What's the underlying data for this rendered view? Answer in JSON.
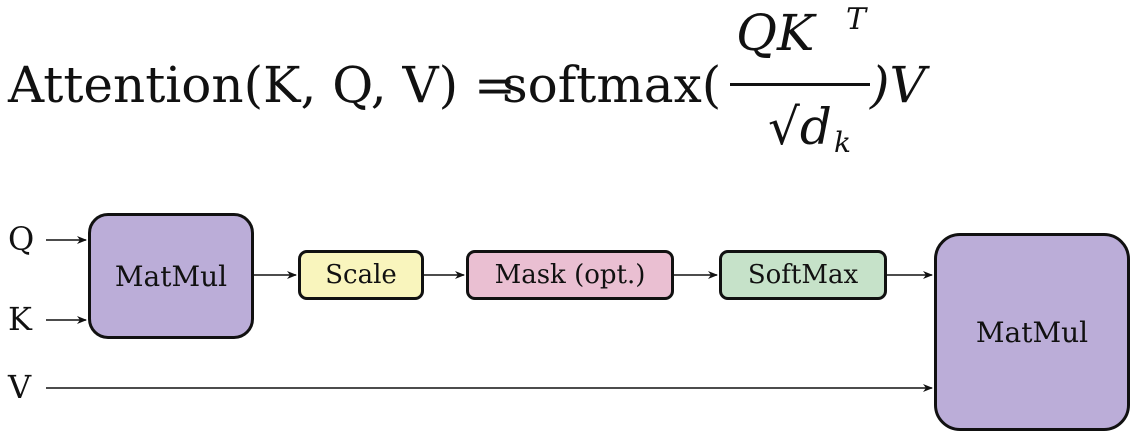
{
  "formula": {
    "lhs": "Attention(K, Q, V) = ",
    "function_name": "softmax(",
    "numerator": "QK",
    "numerator_superscript": "T",
    "denominator": "√d",
    "denominator_subscript": "k",
    "tail": ")V"
  },
  "diagram": {
    "inputs": {
      "q": "Q",
      "k": "K",
      "v": "V"
    },
    "blocks": {
      "matmul_first": "MatMul",
      "scale": "Scale",
      "mask": "Mask (opt.)",
      "softmax": "SoftMax",
      "matmul_second": "MatMul"
    },
    "colors": {
      "matmul": "#bbadd8",
      "scale": "#f9f5bd",
      "mask": "#eabfd2",
      "softmax": "#c6e2c9",
      "stroke": "#111111"
    }
  }
}
